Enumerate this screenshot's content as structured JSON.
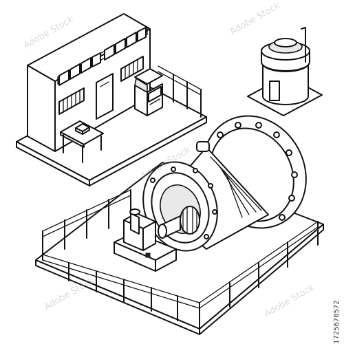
{
  "stock": {
    "image_id": "172567857​2",
    "watermark": "Adobe Stock"
  },
  "colors": {
    "line": "#111111",
    "paper": "#ffffff",
    "shade": "#e9e9e9"
  },
  "illustration": {
    "style": "isometric black line art",
    "objects": [
      "control-building",
      "water-tower",
      "generator-plant"
    ]
  }
}
